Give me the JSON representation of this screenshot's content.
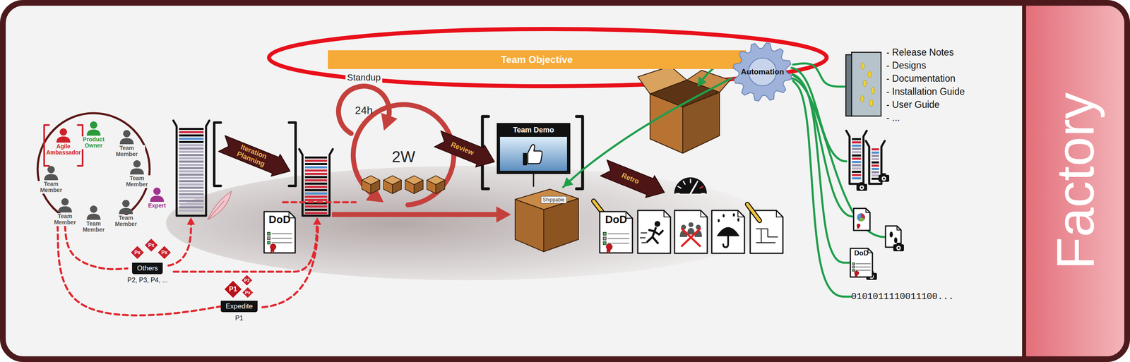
{
  "diagram": {
    "nodes": [
      {
        "text": [
          "Team Objective"
        ]
      },
      {
        "text": [
          "Standup",
          "24h"
        ]
      },
      {
        "text": [
          "2W"
        ]
      },
      {
        "text": [
          "Agile Ambassador"
        ]
      },
      {
        "text": [
          "Product Owner"
        ]
      },
      {
        "text": [
          "Team Member"
        ]
      },
      {
        "text": [
          "Team Member"
        ]
      },
      {
        "text": [
          "Expert"
        ]
      },
      {
        "text": [
          "Team Member"
        ]
      },
      {
        "text": [
          "Team Member"
        ]
      },
      {
        "text": [
          "Team Member"
        ]
      },
      {
        "text": [
          "Team Member"
        ]
      },
      {
        "text": [
          "Iteration Planning"
        ]
      },
      {
        "text": [
          "DoD"
        ]
      },
      {
        "text": [
          "Others",
          "P2, P3, P4, ..."
        ]
      },
      {
        "text": [
          "Expedite",
          "P1"
        ]
      },
      {
        "text": [
          "Review"
        ]
      },
      {
        "text": [
          "Team Demo"
        ]
      },
      {
        "text": [
          "Shippable"
        ]
      },
      {
        "text": [
          "Retro"
        ]
      },
      {
        "text": [
          "DoD"
        ]
      },
      {
        "text": [
          "Automation"
        ]
      },
      {
        "text": [
          "- Release Notes",
          "- Designs",
          "- Documentation",
          "- Installation Guide",
          "- User Guide",
          "- ..."
        ]
      },
      {
        "text": [
          "DoD"
        ]
      },
      {
        "text": [
          "0101011110011100..."
        ]
      },
      {
        "text": [
          "Factory"
        ]
      }
    ],
    "edges": [
      {
        "from": 21,
        "to": 18,
        "arrow": "to"
      },
      {
        "from": 21,
        "to": 22,
        "arrow": "none"
      },
      {
        "from": 21,
        "to": 23,
        "arrow": "none"
      },
      {
        "from": 21,
        "to": 24,
        "arrow": "none"
      },
      {
        "from": 10,
        "to": 14,
        "arrow": "none"
      },
      {
        "from": 10,
        "to": 15,
        "arrow": "none"
      }
    ],
    "labels": [
      "Px",
      "Px",
      "Px",
      "P1",
      "P2",
      "Px"
    ]
  }
}
